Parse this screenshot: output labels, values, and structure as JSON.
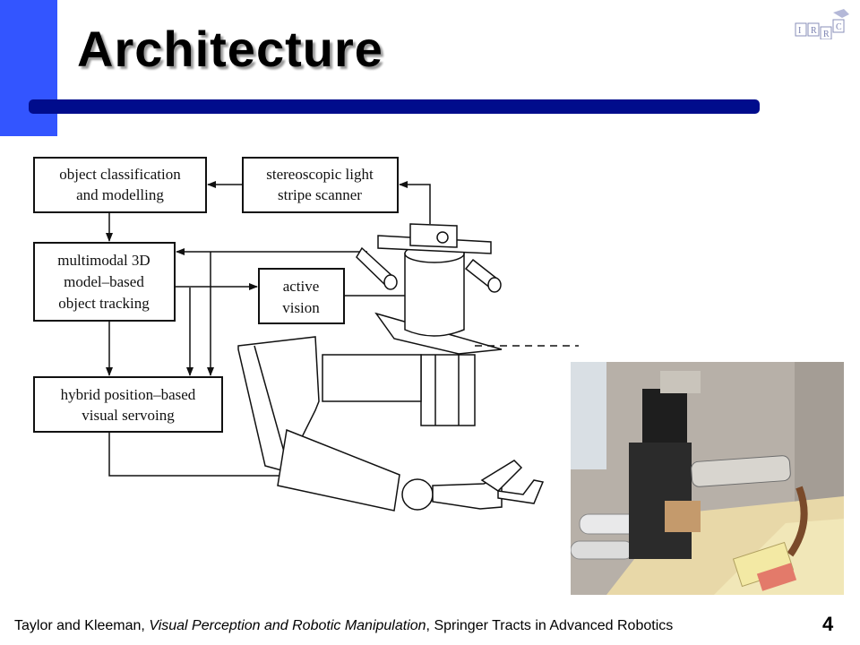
{
  "slide": {
    "title": "Architecture",
    "page_number": "4",
    "citation": {
      "authors": "Taylor and Kleeman, ",
      "work": "Visual Perception and Robotic Manipulation",
      "series": ", Springer Tracts in Advanced Robotics"
    },
    "logo_letters": [
      "I",
      "R",
      "R",
      "C"
    ]
  },
  "diagram": {
    "boxes": {
      "classification": [
        "object classification",
        "and modelling"
      ],
      "scanner": [
        "stereoscopic light",
        "stripe scanner"
      ],
      "tracking": [
        "multimodal 3D",
        "model–based",
        "object tracking"
      ],
      "active_vision": [
        "active",
        "vision"
      ],
      "servoing": [
        "hybrid position–based",
        "visual servoing"
      ]
    }
  },
  "colors": {
    "accent_block": "#3355ff",
    "title_bar": "#000c8c"
  }
}
